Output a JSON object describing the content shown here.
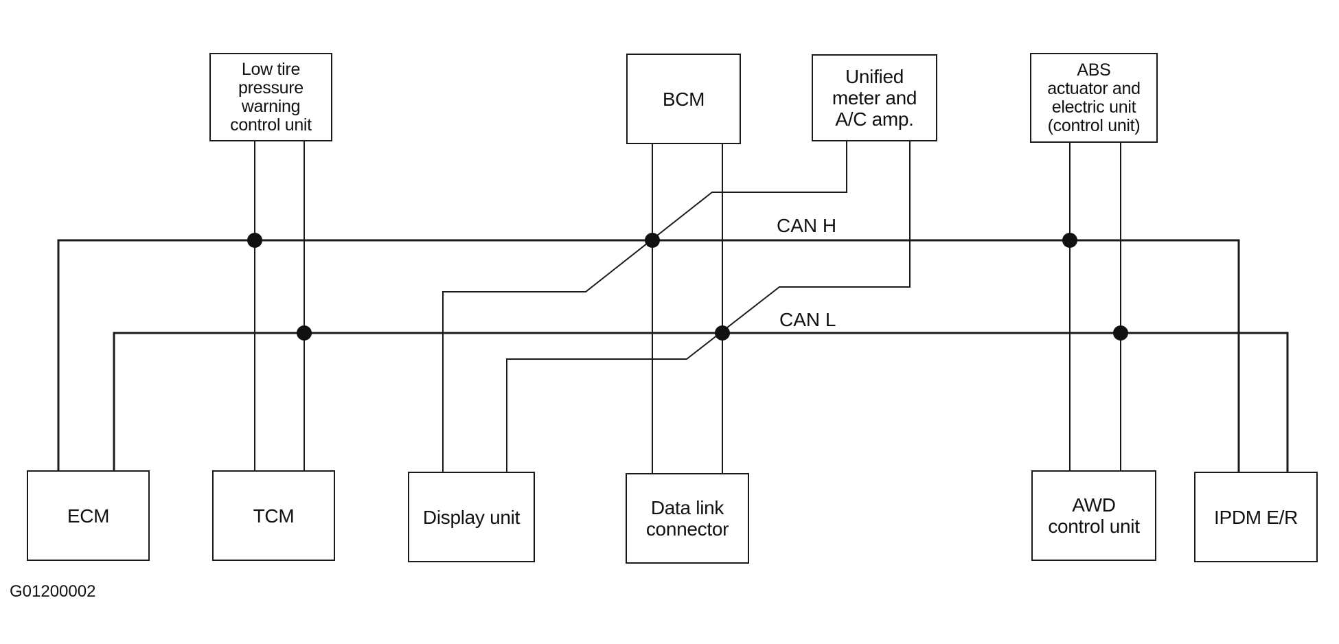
{
  "units": {
    "low_tire": "Low tire\npressure\nwarning\ncontrol unit",
    "bcm": "BCM",
    "unified_meter": "Unified\nmeter and\nA/C amp.",
    "abs": "ABS\nactuator and\nelectric unit\n(control unit)",
    "ecm": "ECM",
    "tcm": "TCM",
    "display_unit": "Display unit",
    "data_link": "Data link\nconnector",
    "awd": "AWD\ncontrol unit",
    "ipdm": "IPDM E/R"
  },
  "buses": {
    "can_h": "CAN H",
    "can_l": "CAN L"
  },
  "figure_id": "G01200002"
}
